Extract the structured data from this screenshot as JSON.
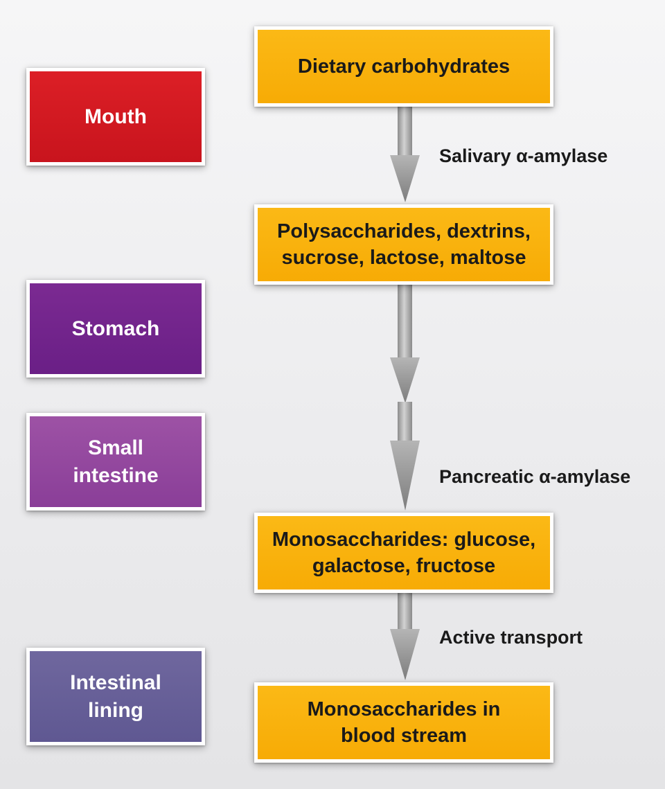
{
  "stages": {
    "mouth": "Mouth",
    "stomach": "Stomach",
    "small_intestine": "Small\nintestine",
    "intestinal_lining": "Intestinal\nlining"
  },
  "steps": [
    "Dietary carbohydrates",
    "Polysaccharides, dextrins,\nsucrose, lactose, maltose",
    "Monosaccharides: glucose,\ngalactose, fructose",
    "Monosaccharides in\nblood stream"
  ],
  "enzymes": [
    "Salivary α-amylase",
    "Pancreatic α-amylase",
    "Active transport"
  ],
  "colors": {
    "mouth": "#d01a22",
    "stomach": "#6e2289",
    "small_intestine": "#8f429b",
    "intestinal_lining": "#645c96",
    "step_box": "#f9b20c",
    "arrow": "#9e9e9e"
  }
}
